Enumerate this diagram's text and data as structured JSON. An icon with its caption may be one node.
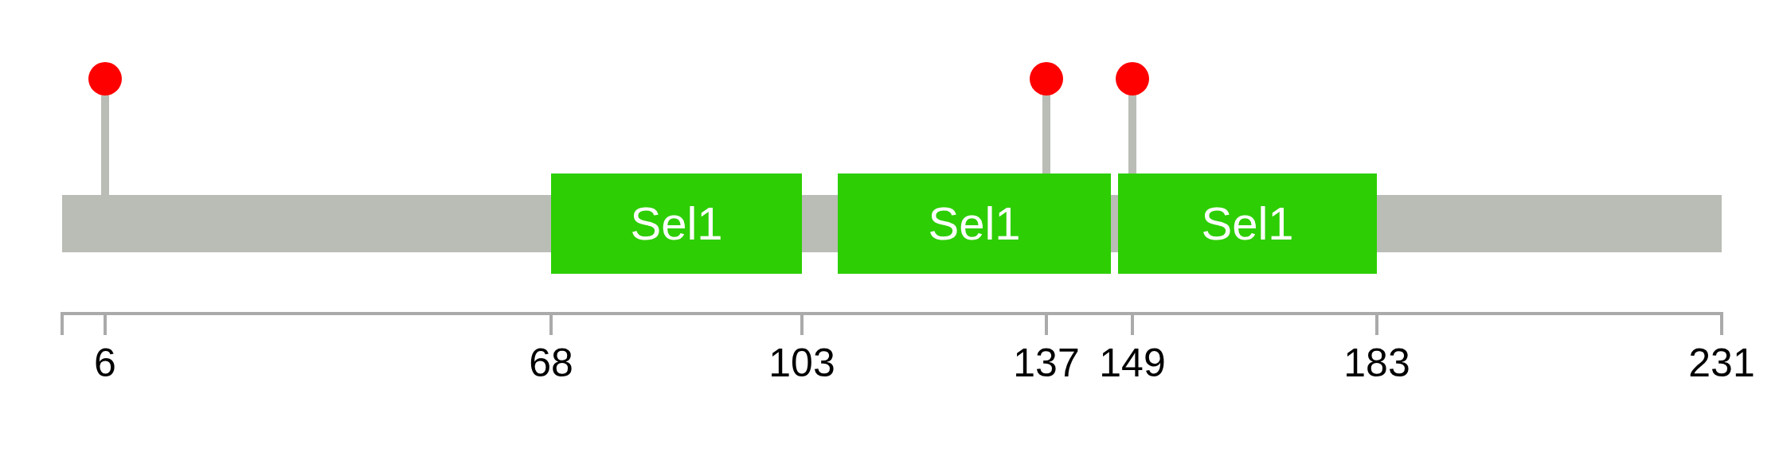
{
  "diagram": {
    "nodes": [
      {
        "text": [],
        "shape": "bar"
      },
      {
        "text": [
          "Sel1"
        ]
      },
      {
        "text": [
          "Sel1"
        ]
      },
      {
        "text": [
          "Sel1"
        ]
      },
      {
        "text": [],
        "shape": "circle"
      },
      {
        "text": [],
        "shape": "circle"
      },
      {
        "text": [],
        "shape": "circle"
      }
    ],
    "edges": [
      {
        "from": 4,
        "to": 0,
        "arrow": "none"
      },
      {
        "from": 5,
        "to": 2,
        "arrow": "none"
      },
      {
        "from": 6,
        "to": 3,
        "arrow": "none"
      }
    ],
    "labels": [
      "6",
      "68",
      "103",
      "137",
      "149",
      "183",
      "231"
    ]
  }
}
